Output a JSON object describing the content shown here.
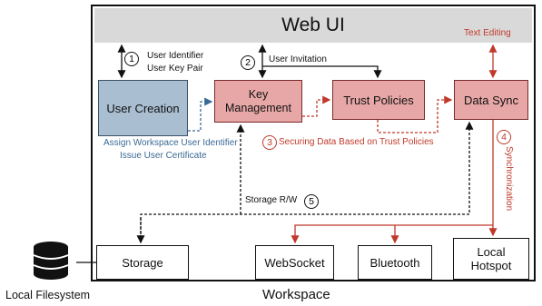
{
  "diagram": {
    "title": "Web UI",
    "workspace_caption": "Workspace",
    "filesystem_caption": "Local Filesystem",
    "nodes": {
      "user_creation": "User Creation",
      "key_management_line1": "Key",
      "key_management_line2": "Management",
      "trust_policies": "Trust Policies",
      "data_sync": "Data Sync",
      "storage": "Storage",
      "websocket": "WebSocket",
      "bluetooth": "Bluetooth",
      "local_hotspot_line1": "Local",
      "local_hotspot_line2": "Hotspot"
    },
    "labels": {
      "user_identifier": "User Identifier",
      "user_key_pair": "User Key Pair",
      "user_invitation": "User Invitation",
      "assign_identifier": "Assign Workspace User Identifier",
      "issue_certificate": "Issue User Certificate",
      "securing_data": "Securing Data Based on Trust Policies",
      "storage_rw": "Storage R/W",
      "synchronization": "Synchronization",
      "text_editing": "Text Editing"
    },
    "steps": {
      "one": "1",
      "two": "2",
      "three": "3",
      "four": "4",
      "five": "5"
    },
    "colors": {
      "webui_fill": "#d9d9d9",
      "user_creation_fill": "#a9bed1",
      "pink_fill": "#e8a7a7",
      "red_accent": "#c0392b",
      "blue_accent": "#3b6a96"
    }
  }
}
